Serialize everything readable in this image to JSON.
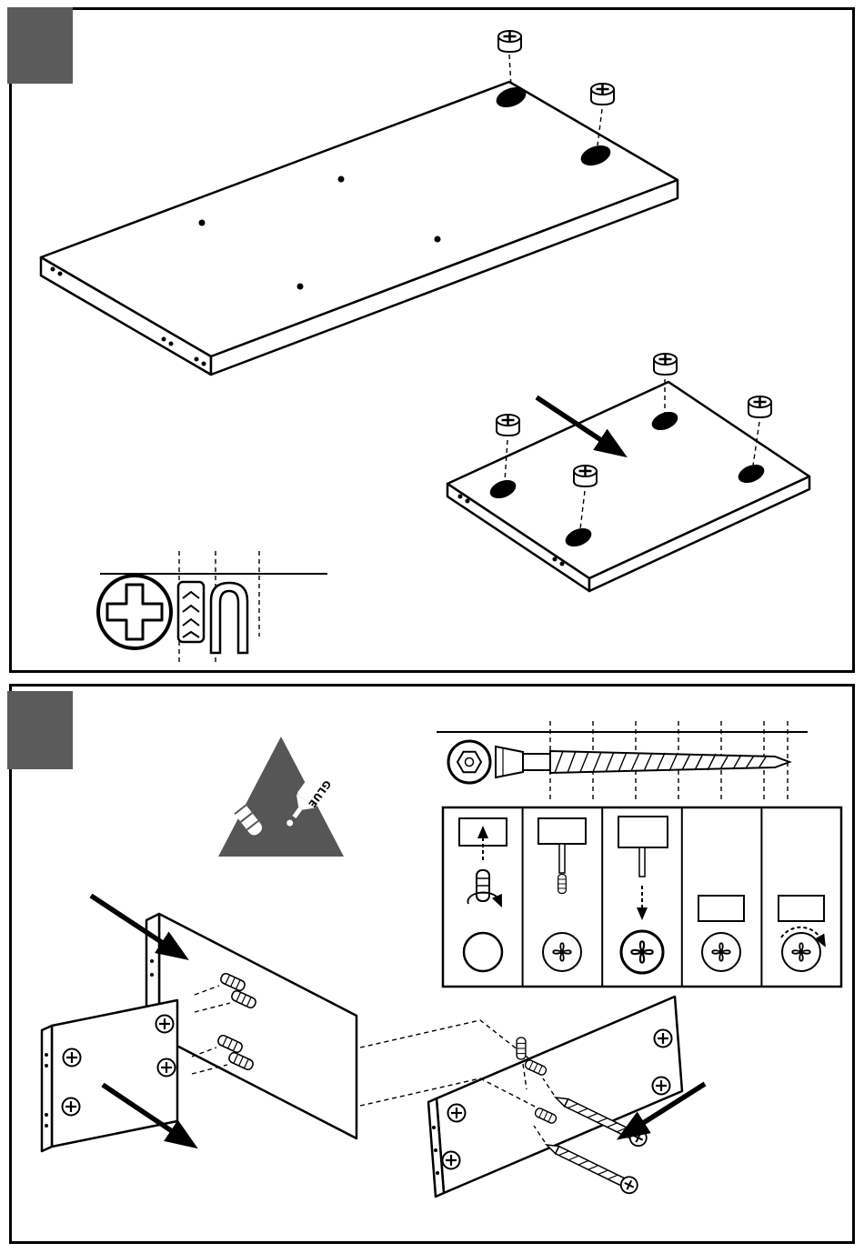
{
  "document": {
    "type": "furniture-assembly-instructions",
    "pages_shown": 2
  },
  "colors": {
    "background": "#ffffff",
    "line": "#000000",
    "step_box": "#5b5b5b",
    "glue_triangle": "#565656",
    "hole_fill": "#000000",
    "part_fill": "#ffffff"
  },
  "panel1": {
    "step_marker": "step-box",
    "top_board": {
      "cam_holes": 2,
      "pilot_holes": 4,
      "edge_holes": 6,
      "cam_locks_inserted": 2
    },
    "small_board": {
      "cam_holes": 4,
      "edge_holes": 4,
      "cam_locks_inserted": 4
    },
    "legend_icons": [
      "phillips-screwdriver-icon",
      "cam-housing-icon",
      "u-bracket-icon"
    ]
  },
  "panel2": {
    "step_marker": "step-box",
    "glue_label": "GLUE",
    "hardware_detail": {
      "screw": "confirmat-screw",
      "head_view": "hex-socket"
    },
    "glue_warning": {
      "icons": [
        "dowel-icon",
        "glue-bottle-icon"
      ]
    },
    "instruction_strip": {
      "steps": 5,
      "icons": [
        "dowel-insert-icon",
        "dowel-seated-icon",
        "cam-push-icon",
        "cam-seated-icon",
        "cam-turn-icon"
      ]
    },
    "assembly": {
      "boards": 3,
      "dowels": 7,
      "long_screws": 2,
      "arrows": 3
    }
  }
}
